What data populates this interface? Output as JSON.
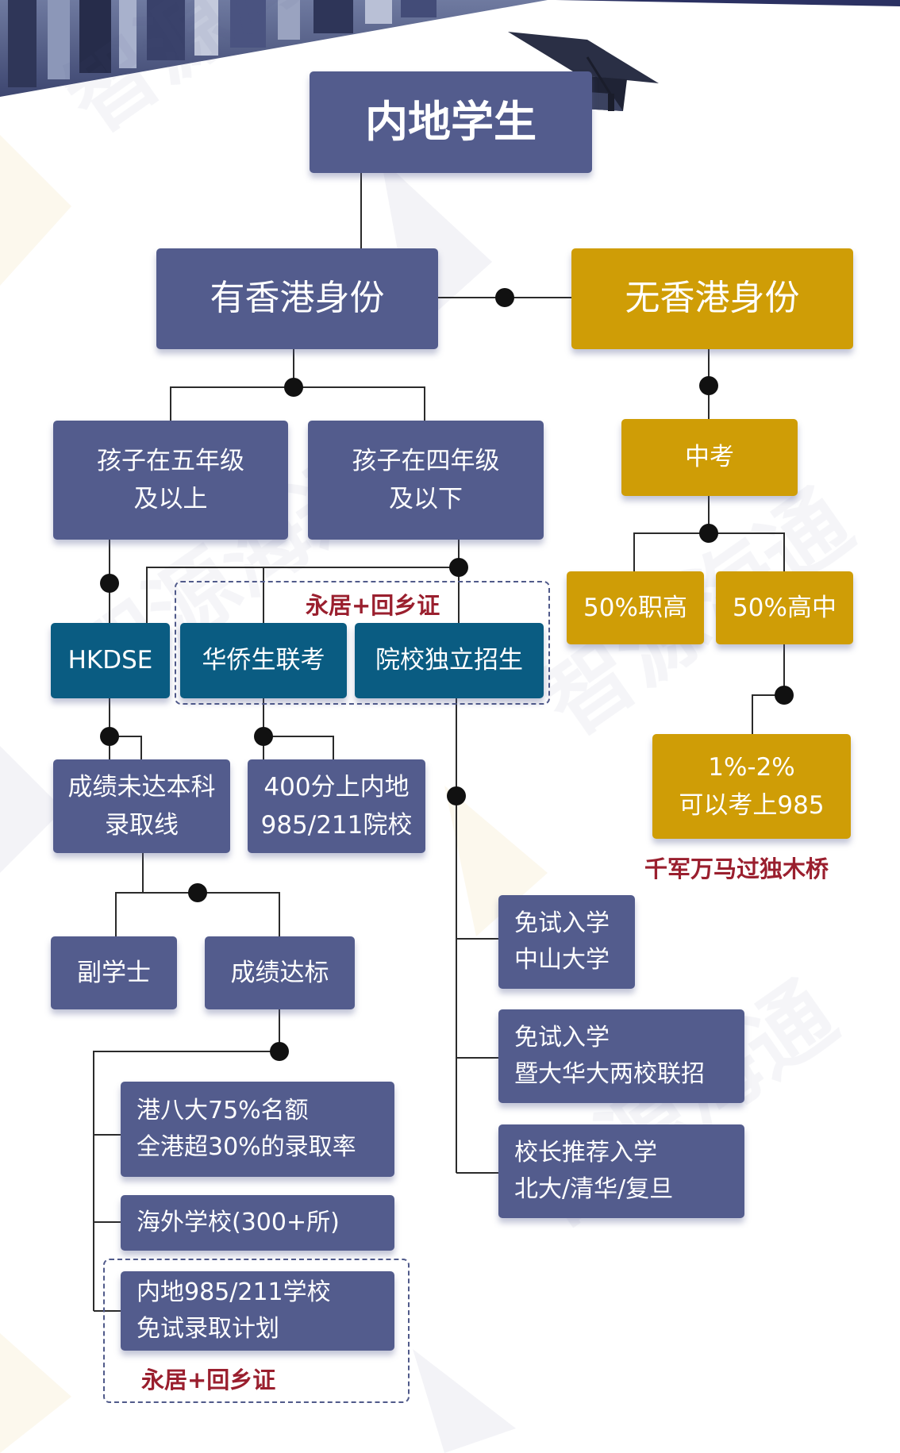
{
  "root": "内地学生",
  "branch_with_id": {
    "label": "有香港身份"
  },
  "branch_without_id": {
    "label": "无香港身份"
  },
  "grade5_above": {
    "line1": "孩子在五年级",
    "line2": "及以上"
  },
  "grade4_below": {
    "line1": "孩子在四年级",
    "line2": "及以下"
  },
  "hkdse": "HKDSE",
  "overseas_chinese_exam": "华侨生联考",
  "independent_admission": "院校独立招生",
  "residency_note_top": "永居+回乡证",
  "not_reach_line": {
    "line1": "成绩未达本科",
    "line2": "录取线"
  },
  "score_400": {
    "line1": "400分上内地",
    "line2": "985/211院校"
  },
  "associate_degree": "副学士",
  "score_met": "成绩达标",
  "hk8_quota": {
    "line1": "港八大75%名额",
    "line2": "全港超30%的录取率"
  },
  "overseas_schools": "海外学校(300+所)",
  "mainland_exempt": {
    "line1": "内地985/211学校",
    "line2": "免试录取计划"
  },
  "residency_note_bottom": "永居+回乡证",
  "sysu_exempt": {
    "line1": "免试入学",
    "line2": "中山大学"
  },
  "jinan_exempt": {
    "line1": "免试入学",
    "line2": "暨大华大两校联招"
  },
  "principal_recommend": {
    "line1": "校长推荐入学",
    "line2": "北大/清华/复旦"
  },
  "zhongkao": "中考",
  "vocational_50": "50%职高",
  "highschool_50": "50%高中",
  "rate_985": {
    "line1": "1%-2%",
    "line2": "可以考上985"
  },
  "bridge_note": "千军万马过独木桥",
  "watermark_text": "智源海通",
  "colors": {
    "navy": "#535c8d",
    "gold": "#cf9d06",
    "teal": "#0a5c82",
    "note_red": "#9a1f2e",
    "dark_navy": "#2b3162"
  }
}
